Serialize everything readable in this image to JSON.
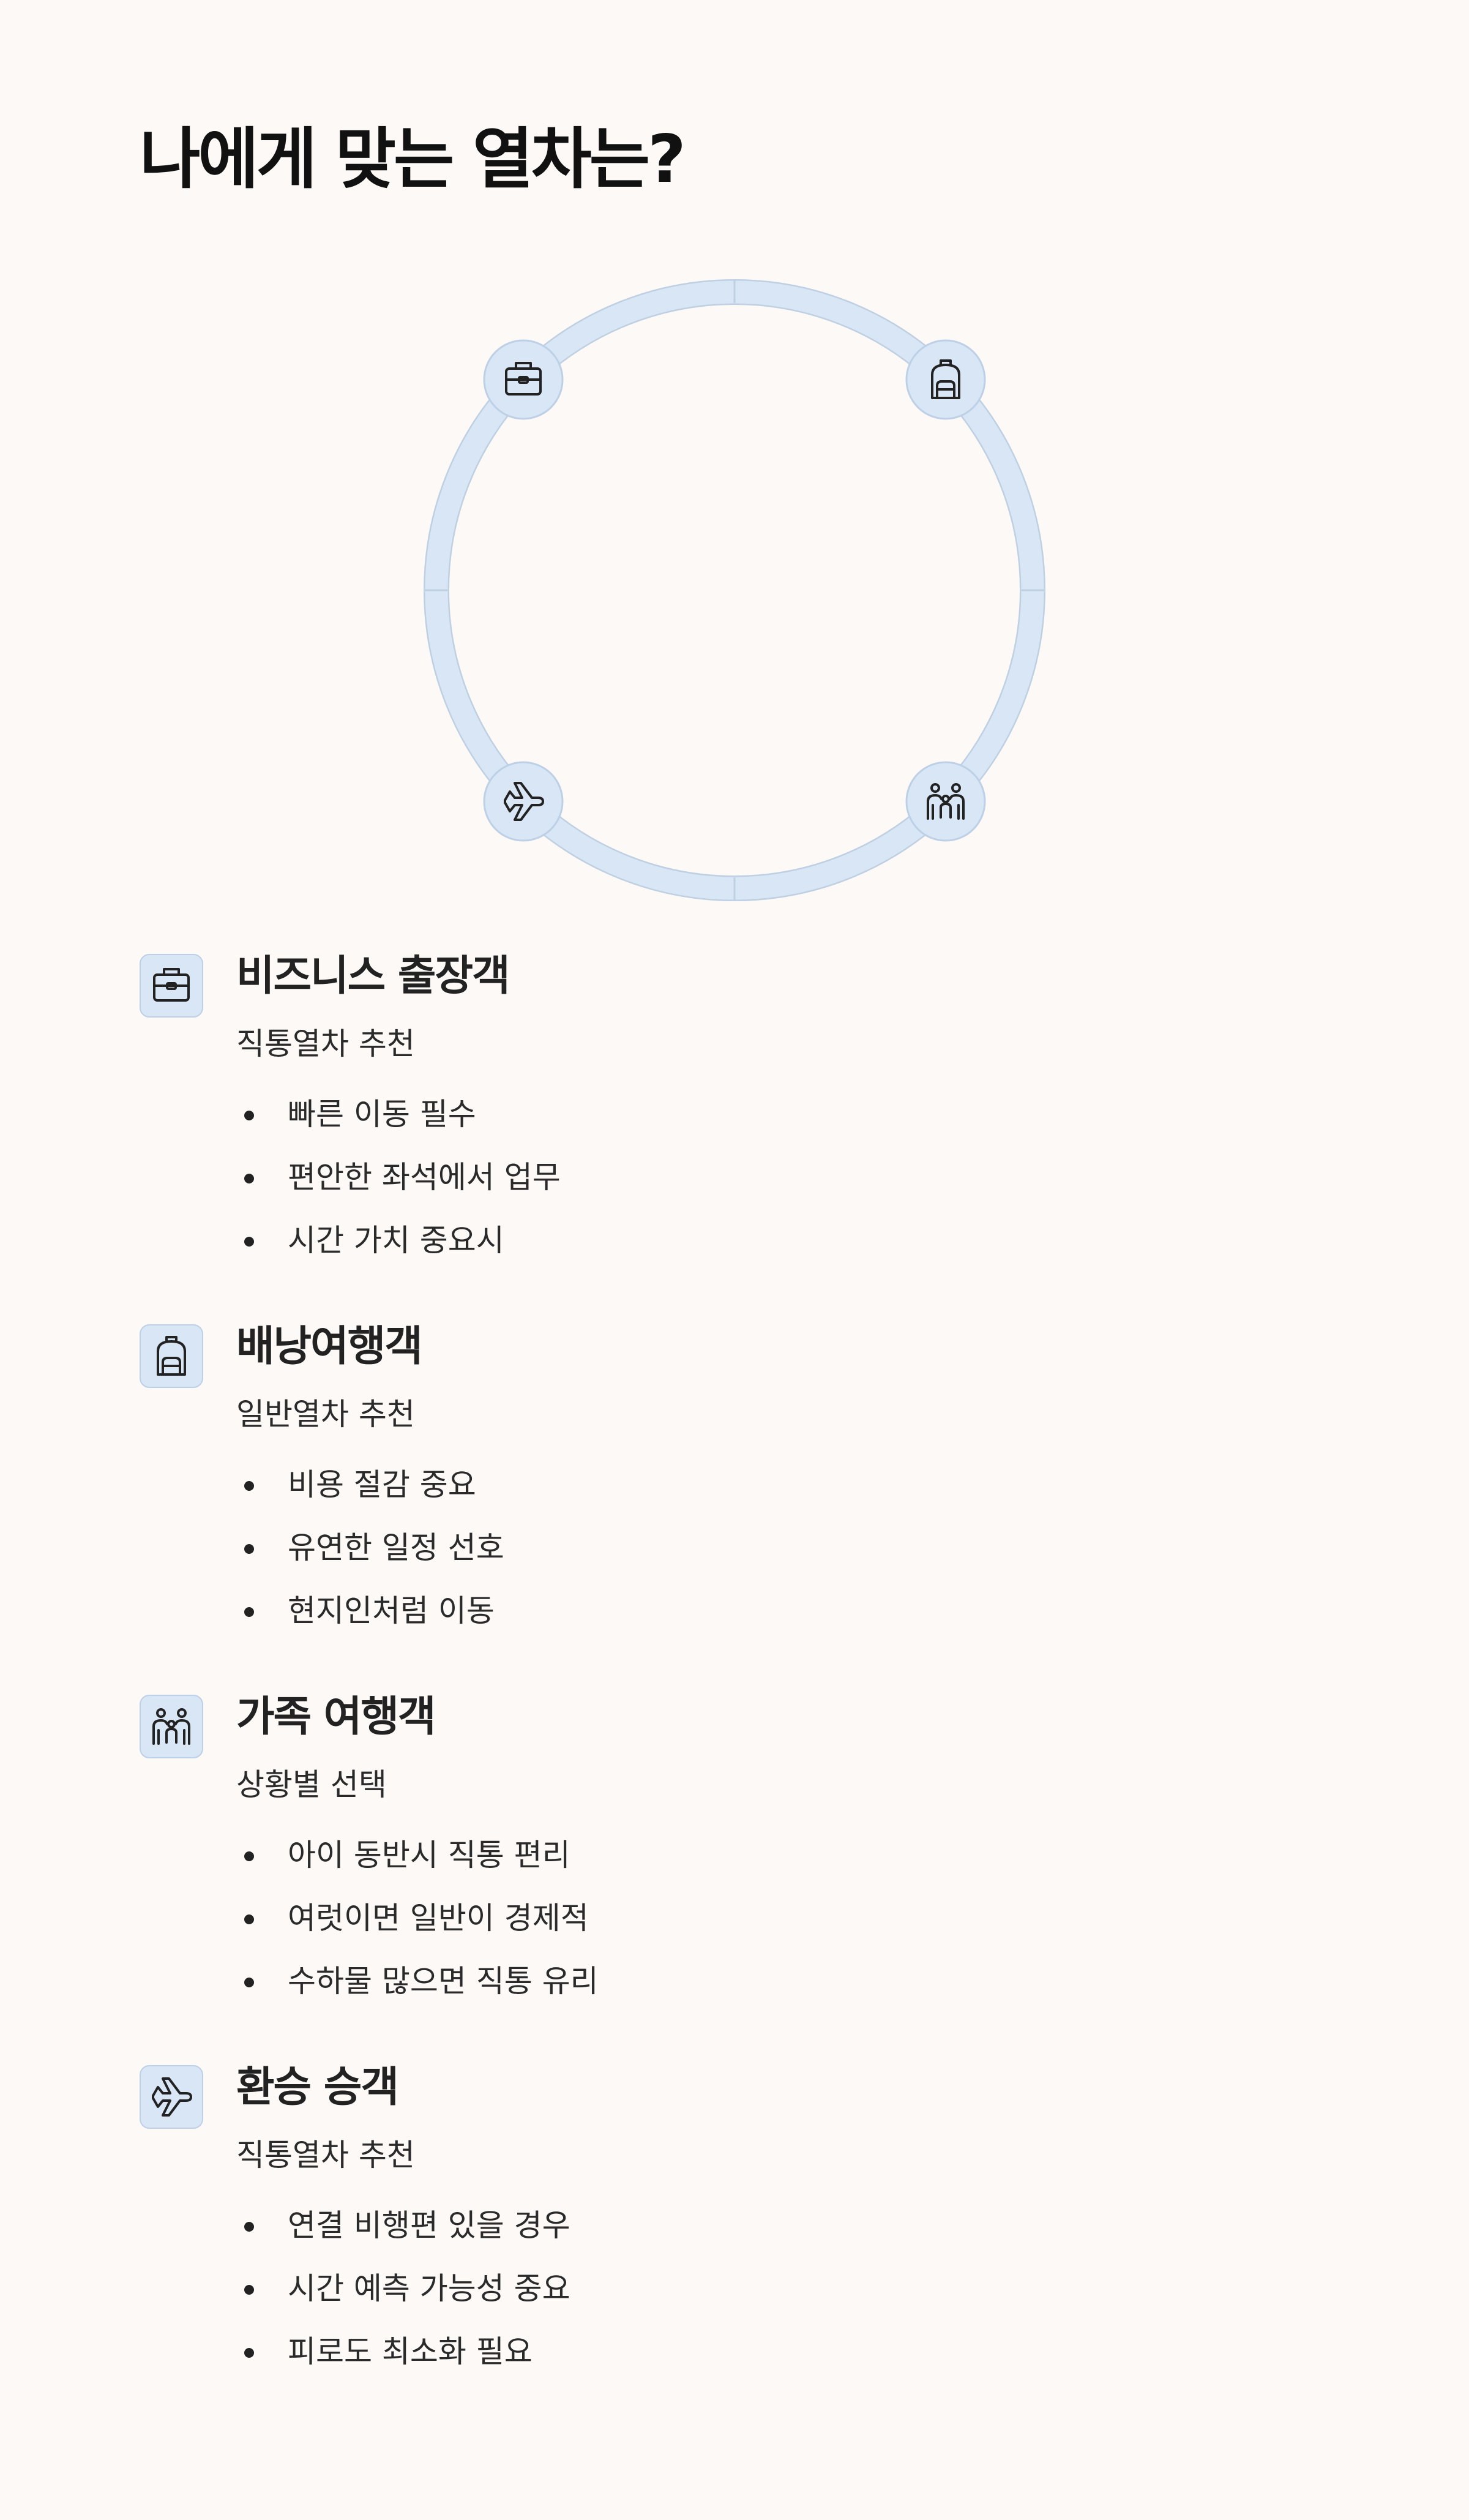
{
  "title": "나에게 맞는 열차는?",
  "colors": {
    "background": "#fdf9f6",
    "accent_fill": "#d8e6f5",
    "accent_stroke": "#bdd0e6",
    "text": "#1c1c1c"
  },
  "diagram": {
    "ring_icons": [
      "briefcase-icon",
      "backpack-icon",
      "plane-icon",
      "family-icon"
    ]
  },
  "sections": [
    {
      "icon": "briefcase-icon",
      "title": "비즈니스 출장객",
      "subtitle": "직통열차 추천",
      "items": [
        "빠른 이동 필수",
        "편안한 좌석에서 업무",
        "시간 가치 중요시"
      ]
    },
    {
      "icon": "backpack-icon",
      "title": "배낭여행객",
      "subtitle": "일반열차 추천",
      "items": [
        "비용 절감 중요",
        "유연한 일정 선호",
        "현지인처럼 이동"
      ]
    },
    {
      "icon": "family-icon",
      "title": "가족 여행객",
      "subtitle": "상황별 선택",
      "items": [
        "아이 동반시 직통 편리",
        "여럿이면 일반이 경제적",
        "수하물 많으면 직통 유리"
      ]
    },
    {
      "icon": "plane-icon",
      "title": "환승 승객",
      "subtitle": "직통열차 추천",
      "items": [
        "연결 비행편 있을 경우",
        "시간 예측 가능성 중요",
        "피로도 최소화 필요"
      ]
    }
  ]
}
